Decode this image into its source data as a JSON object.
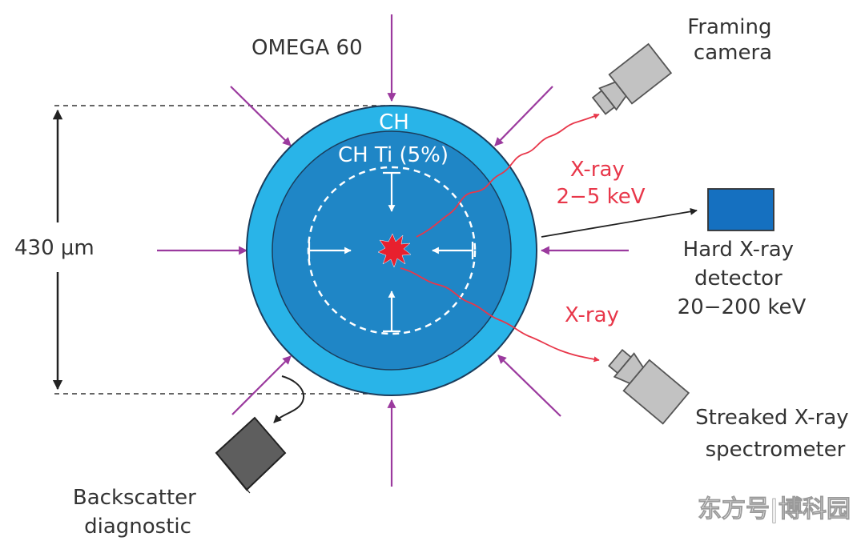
{
  "labels": {
    "omega": "OMEGA 60",
    "framing_camera": [
      "Framing",
      "camera"
    ],
    "ch": "CH",
    "ch_ti": "CH Ti (5%)",
    "xray_top": [
      "X-ray",
      "2−5 keV"
    ],
    "diameter": "430 μm",
    "hard_xray_detector": [
      "Hard X-ray",
      "detector",
      "20−200 keV"
    ],
    "xray_bottom": "X-ray",
    "streaked_spectrometer": [
      "Streaked X-ray",
      "spectrometer"
    ],
    "backscatter": [
      "Backscatter",
      "diagnostic"
    ],
    "watermark": "东方号|博科园"
  },
  "colors": {
    "outer_shell": "#29b4e8",
    "inner_sphere": "#1f86c6",
    "laser_beam": "#9b3a9e",
    "xray": "#e8374a",
    "hot_spot": "#e8202e",
    "detector": "#1570c0",
    "camera": "#c2c2c2",
    "backscatter_device": "#5e5e5e"
  },
  "icons": {
    "framing_camera": "camera-icon",
    "streaked_spectrometer": "camera-icon",
    "backscatter": "device-icon",
    "hard_xray_detector": "detector-box-icon",
    "hot_spot": "starburst-icon"
  }
}
